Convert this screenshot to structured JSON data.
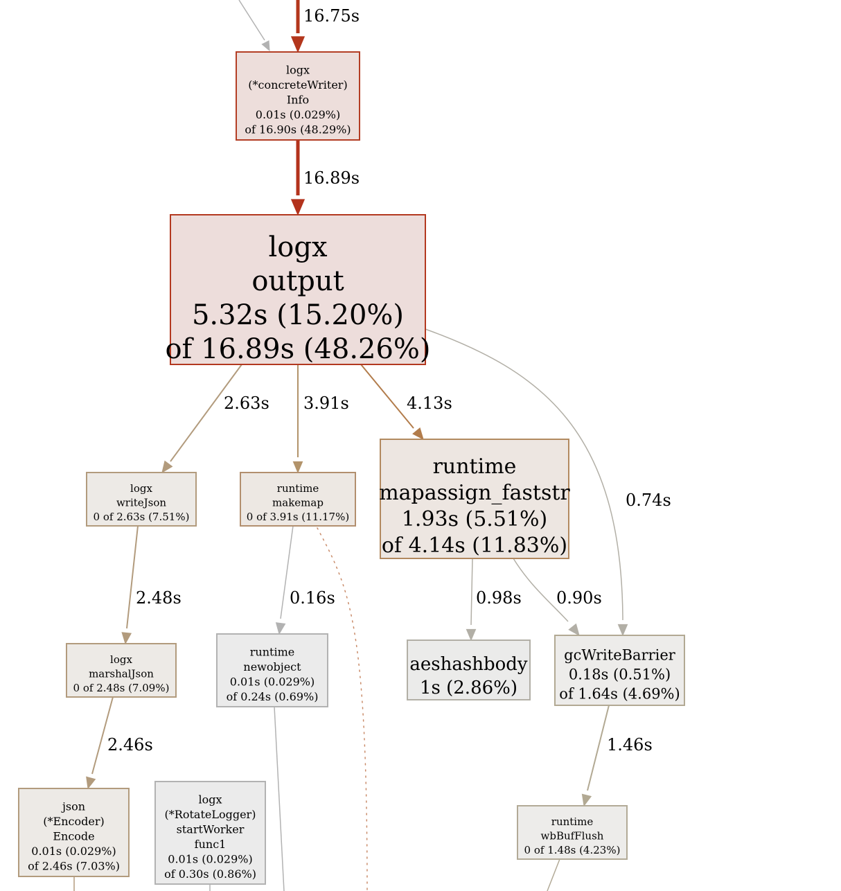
{
  "nodes": {
    "concrete_writer_info": {
      "lines": [
        "logx",
        "(*concreteWriter)",
        "Info",
        "0.01s (0.029%)",
        "of 16.90s (48.29%)"
      ],
      "fill": "#EDDEDB",
      "stroke": "#B33D24"
    },
    "logx_output": {
      "lines": [
        "logx",
        "output",
        "5.32s (15.20%)",
        "of 16.89s (48.26%)"
      ],
      "fill": "#EDDDDB",
      "stroke": "#B3381F"
    },
    "write_json": {
      "lines": [
        "logx",
        "writeJson",
        "0 of 2.63s (7.51%)"
      ],
      "fill": "#EDEAE6",
      "stroke": "#B29B7D"
    },
    "makemap": {
      "lines": [
        "runtime",
        "makemap",
        "0 of 3.91s (11.17%)"
      ],
      "fill": "#EDE8E3",
      "stroke": "#B28F6E"
    },
    "mapassign_faststr": {
      "lines": [
        "runtime",
        "mapassign_faststr",
        "1.93s (5.51%)",
        "of 4.14s (11.83%)"
      ],
      "fill": "#EDE6E1",
      "stroke": "#B2895F"
    },
    "marshal_json": {
      "lines": [
        "logx",
        "marshalJson",
        "0 of 2.48s (7.09%)"
      ],
      "fill": "#EDEAE6",
      "stroke": "#B29B7D"
    },
    "newobject": {
      "lines": [
        "runtime",
        "newobject",
        "0.01s (0.029%)",
        "of 0.24s (0.69%)"
      ],
      "fill": "#EBEBEB",
      "stroke": "#B2B2B2"
    },
    "aeshashbody": {
      "lines": [
        "aeshashbody",
        "1s (2.86%)"
      ],
      "fill": "#EBEBEA",
      "stroke": "#B2AFA6"
    },
    "gc_write_barrier": {
      "lines": [
        "gcWriteBarrier",
        "0.18s (0.51%)",
        "of 1.64s (4.69%)"
      ],
      "fill": "#EDECEA",
      "stroke": "#B2A993"
    },
    "json_encode": {
      "lines": [
        "json",
        "(*Encoder)",
        "Encode",
        "0.01s (0.029%)",
        "of 2.46s (7.03%)"
      ],
      "fill": "#EDEAE6",
      "stroke": "#B29B7D"
    },
    "rotate_logger_start_worker": {
      "lines": [
        "logx",
        "(*RotateLogger)",
        "startWorker",
        "func1",
        "0.01s (0.029%)",
        "of 0.30s (0.86%)"
      ],
      "fill": "#EBEBEB",
      "stroke": "#B2B2B2"
    },
    "wb_buf_flush": {
      "lines": [
        "runtime",
        "wbBufFlush",
        "0 of 1.48s (4.23%)"
      ],
      "fill": "#EDECEA",
      "stroke": "#B2AA97"
    }
  },
  "edges": {
    "into_info": {
      "label": "16.75s",
      "color": "#B3361C"
    },
    "info_to_output": {
      "label": "16.89s",
      "color": "#B3321C"
    },
    "output_to_writejson": {
      "label": "2.63s",
      "color": "#B29B7D"
    },
    "output_to_makemap": {
      "label": "3.91s",
      "color": "#B2936A"
    },
    "output_to_mapassign": {
      "label": "4.13s",
      "color": "#B27C4B"
    },
    "output_to_gcwritebarrier": {
      "label": "0.74s",
      "color": "#B2AFA6"
    },
    "writejson_to_marshaljson": {
      "label": "2.48s",
      "color": "#B29B7D"
    },
    "makemap_to_newobject": {
      "label": "0.16s",
      "color": "#B2B2B2"
    },
    "mapassign_to_aeshashbody": {
      "label": "0.98s",
      "color": "#B2AFA6"
    },
    "mapassign_to_gcwritebarrier": {
      "label": "0.90s",
      "color": "#B2AFA6"
    },
    "marshaljson_to_encode": {
      "label": "2.46s",
      "color": "#B29B7D"
    },
    "gcwritebarrier_to_wbbufflush": {
      "label": "1.46s",
      "color": "#B2A993"
    },
    "makemap_dotted": {
      "label": "",
      "color": "#C98B69"
    }
  }
}
